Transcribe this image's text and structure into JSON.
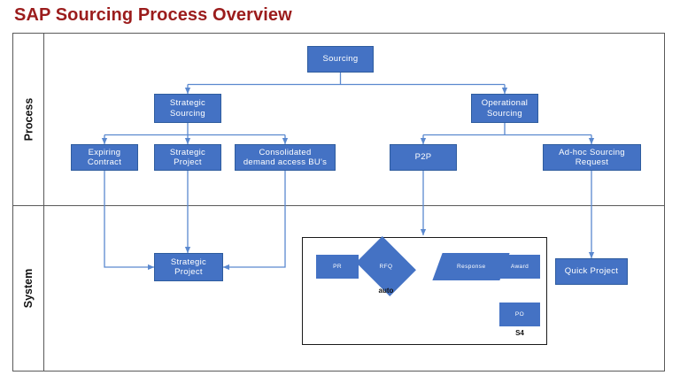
{
  "title": "SAP Sourcing Process Overview",
  "theme": {
    "title_color": "#9B1C1C",
    "node_fill": "#4472C4",
    "node_border": "#2E5C9E",
    "connector_color": "#5B89CF",
    "frame_color": "#595959",
    "container_border": "#1A1A1A"
  },
  "lanes": [
    {
      "id": "process",
      "label": "Process"
    },
    {
      "id": "system",
      "label": "System"
    }
  ],
  "diagram": {
    "type": "flowchart",
    "process_nodes": [
      {
        "id": "sourcing",
        "label": "Sourcing",
        "level": 1
      },
      {
        "id": "strategic-sourcing",
        "label": "Strategic\nSourcing",
        "level": 2
      },
      {
        "id": "operational-sourcing",
        "label": "Operational\nSourcing",
        "level": 2
      },
      {
        "id": "expiring-contract",
        "label": "Expiring\nContract",
        "level": 3
      },
      {
        "id": "strategic-project-p",
        "label": "Strategic\nProject",
        "level": 3
      },
      {
        "id": "consolidated-demand",
        "label": "Consolidated\ndemand access BU's",
        "level": 3
      },
      {
        "id": "p2p",
        "label": "P2P",
        "level": 3
      },
      {
        "id": "adhoc-request",
        "label": "Ad-hoc Sourcing\nRequest",
        "level": 3
      }
    ],
    "system_nodes": [
      {
        "id": "strategic-project-s",
        "label": "Strategic\nProject"
      },
      {
        "id": "quick-project",
        "label": "Quick Project"
      }
    ],
    "s4_container": {
      "caption": "S4",
      "shapes": [
        {
          "id": "pr",
          "label": "PR",
          "shape": "rectangle"
        },
        {
          "id": "rfq",
          "label": "RFQ",
          "shape": "diamond",
          "caption": "auto"
        },
        {
          "id": "response",
          "label": "Response",
          "shape": "parallelogram"
        },
        {
          "id": "award",
          "label": "Award",
          "shape": "rectangle"
        },
        {
          "id": "po",
          "label": "PO",
          "shape": "rectangle"
        }
      ]
    },
    "edges": [
      {
        "from": "sourcing",
        "to": "strategic-sourcing"
      },
      {
        "from": "sourcing",
        "to": "operational-sourcing"
      },
      {
        "from": "strategic-sourcing",
        "to": "expiring-contract"
      },
      {
        "from": "strategic-sourcing",
        "to": "strategic-project-p"
      },
      {
        "from": "strategic-sourcing",
        "to": "consolidated-demand"
      },
      {
        "from": "operational-sourcing",
        "to": "p2p"
      },
      {
        "from": "operational-sourcing",
        "to": "adhoc-request"
      },
      {
        "from": "expiring-contract",
        "to": "strategic-project-s"
      },
      {
        "from": "strategic-project-p",
        "to": "strategic-project-s"
      },
      {
        "from": "consolidated-demand",
        "to": "strategic-project-s"
      },
      {
        "from": "p2p",
        "to": "s4-container"
      },
      {
        "from": "adhoc-request",
        "to": "quick-project"
      }
    ]
  },
  "nodes": {
    "sourcing": "Sourcing",
    "strategic_sourcing_l1": "Strategic",
    "strategic_sourcing_l2": "Sourcing",
    "operational_sourcing_l1": "Operational",
    "operational_sourcing_l2": "Sourcing",
    "expiring_l1": "Expiring",
    "expiring_l2": "Contract",
    "strategic_project_l1": "Strategic",
    "strategic_project_l2": "Project",
    "consolidated_l1": "Consolidated",
    "consolidated_l2": "demand access BU's",
    "p2p": "P2P",
    "adhoc_l1": "Ad-hoc Sourcing",
    "adhoc_l2": "Request",
    "sys_strategic_project_l1": "Strategic",
    "sys_strategic_project_l2": "Project",
    "quick_project": "Quick Project",
    "pr": "PR",
    "rfq": "RFQ",
    "rfq_caption": "auto",
    "response": "Response",
    "award": "Award",
    "po": "PO",
    "s4_caption": "S4"
  }
}
